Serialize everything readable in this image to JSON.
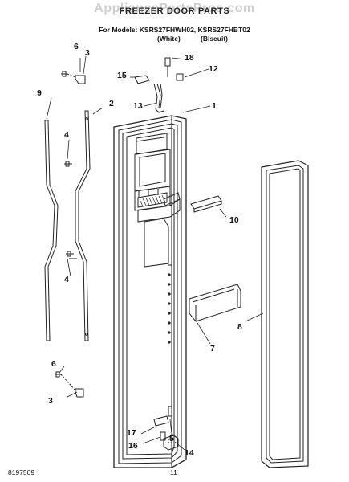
{
  "header": {
    "watermark": "AppliancePartsPros.com",
    "title": "FREEZER DOOR PARTS",
    "model_line": "For Models: KSRS27FHWH02, KSRS27FHBT02",
    "variant_left": "(White)",
    "variant_right": "(Biscuit)"
  },
  "footer": {
    "document_number": "8197509",
    "page_number": "11"
  },
  "callouts": [
    "1",
    "2",
    "3",
    "3",
    "4",
    "4",
    "5",
    "6",
    "6",
    "7",
    "8",
    "9",
    "10",
    "12",
    "13",
    "14",
    "15",
    "16",
    "17",
    "18"
  ],
  "colors": {
    "line": "#222222",
    "watermark": "#cfcfcf"
  }
}
